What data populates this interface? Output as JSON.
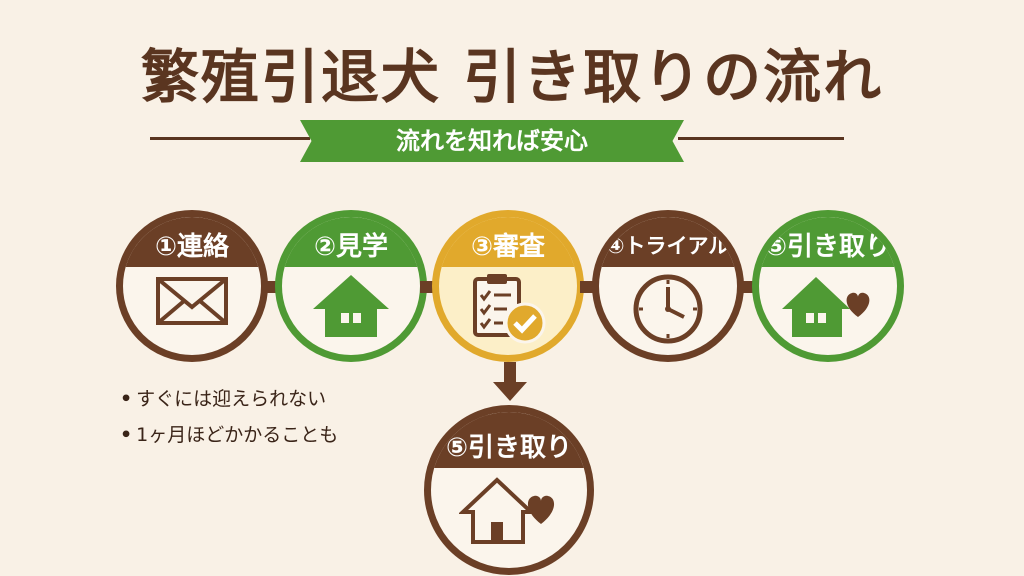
{
  "title": "繁殖引退犬 引き取りの流れ",
  "subtitle": "流れを知れば安心",
  "steps": [
    {
      "label": "①連絡",
      "icon": "envelope-icon"
    },
    {
      "label": "②見学",
      "icon": "house-icon"
    },
    {
      "label": "③審査",
      "icon": "checklist-icon"
    },
    {
      "label": "④トライアル",
      "icon": "clock-icon"
    },
    {
      "label": "⑤引き取り",
      "icon": "house-heart-icon"
    }
  ],
  "bottom_step": {
    "label": "⑤引き取り",
    "icon": "house-heart-icon"
  },
  "notes": [
    "すぐには迎えられない",
    "1ヶ月ほどかかることも"
  ],
  "colors": {
    "brown": "#6b3f26",
    "green": "#4f9a34",
    "gold": "#e1a92c",
    "background": "#f9f1e6"
  }
}
